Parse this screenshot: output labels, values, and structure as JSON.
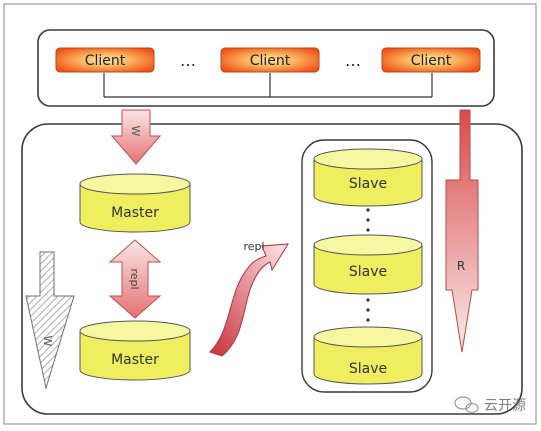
{
  "clients": {
    "labels": [
      "Client",
      "Client",
      "Client"
    ],
    "ellipsis": [
      "…",
      "…"
    ]
  },
  "arrows": {
    "write_top": "W",
    "replicate_vertical": "repl",
    "replicate_curved": "repl",
    "read": "R",
    "write_side": "W"
  },
  "masters": [
    "Master",
    "Master"
  ],
  "slaves": [
    "Slave",
    "Slave",
    "Slave"
  ],
  "watermark": "云开源",
  "colors": {
    "client_fill_center": "#fbcf7a",
    "client_fill_edge": "#f25a1a",
    "cylinder_fill": "#f0f06a",
    "cylinder_top": "#f7f7a0",
    "arrow_fill": "#e47a7a",
    "arrow_light": "#fbe4e4"
  }
}
